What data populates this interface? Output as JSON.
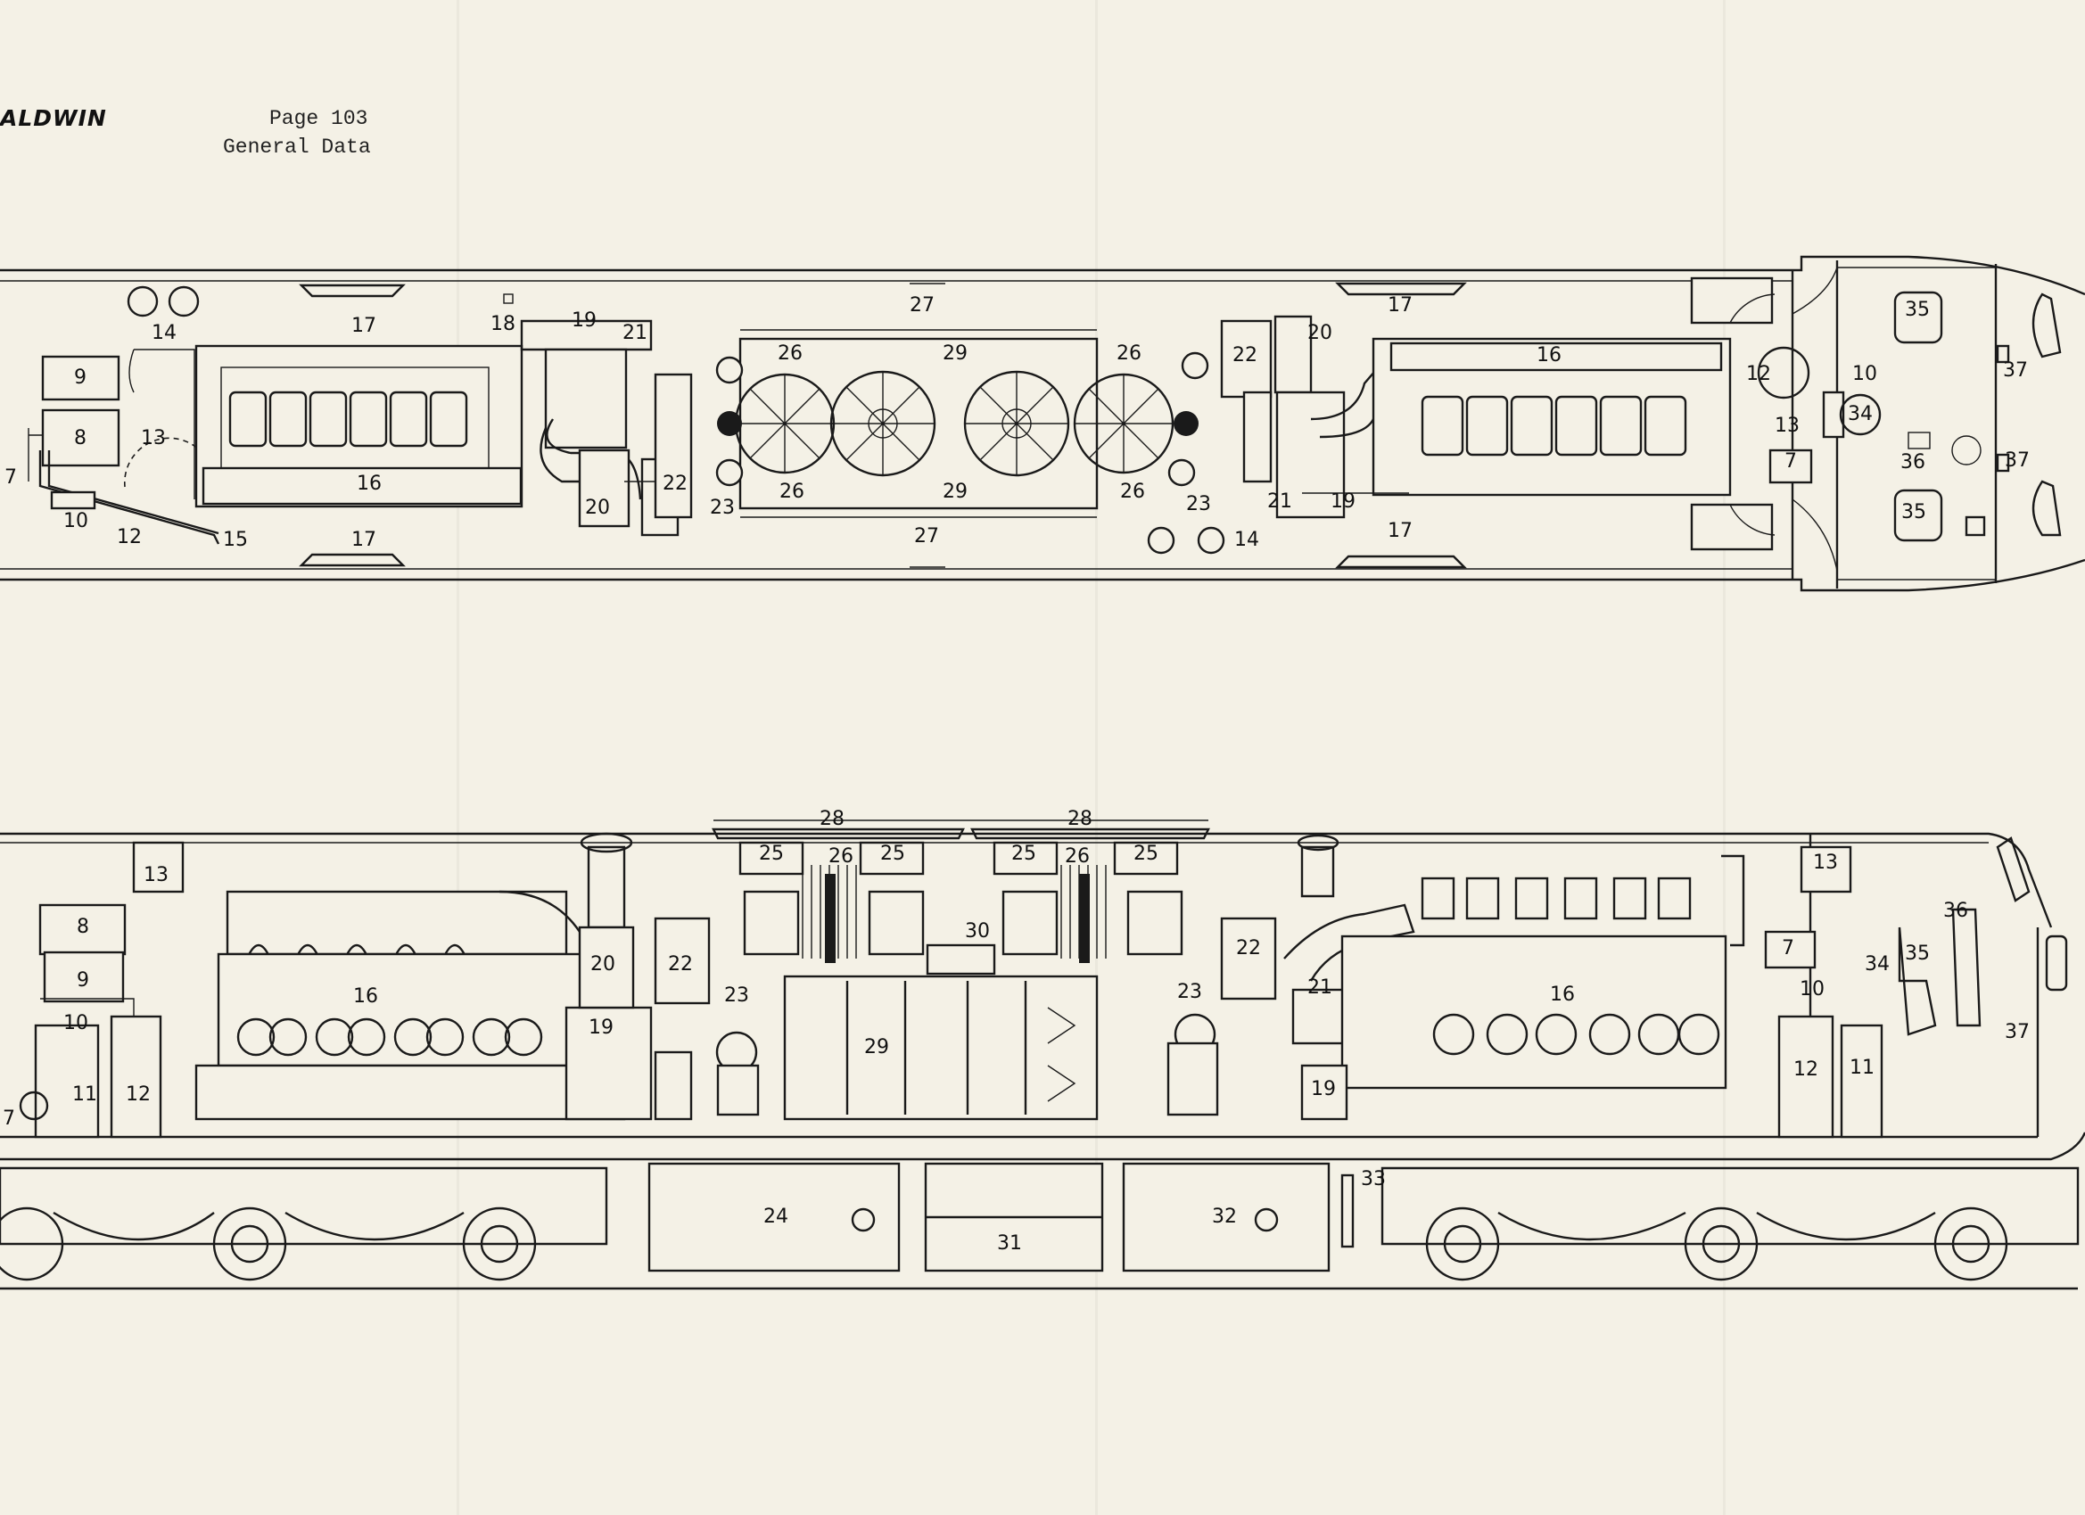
{
  "header": {
    "brand": "ALDWIN",
    "page": "Page 103",
    "section": "General Data"
  },
  "plan_labels": {
    "n9": "9",
    "n8": "8",
    "n7": "7",
    "n10": "10",
    "n12a": "12",
    "n13a": "13",
    "n14a": "14",
    "n15": "15",
    "n17a": "17",
    "n17b": "17",
    "n16a": "16",
    "n18": "18",
    "n19a": "19",
    "n21a": "21",
    "n20a": "20",
    "n22a": "22",
    "n23a": "23",
    "n26a": "26",
    "n26b": "26",
    "n29a": "29",
    "n29b": "29",
    "n26c": "26",
    "n26d": "26",
    "n27a": "27",
    "n27b": "27",
    "n22b": "22",
    "n20b": "20",
    "n23b": "23",
    "n21b": "21",
    "n19b": "19",
    "n17c": "17",
    "n17d": "17",
    "n16b": "16",
    "n14b": "14",
    "n12b": "12",
    "n10b": "10",
    "n13b": "13",
    "n7b": "7",
    "n34": "34",
    "n35a": "35",
    "n35b": "35",
    "n36": "36",
    "n37a": "37",
    "n37b": "37"
  },
  "elev_labels": {
    "e13a": "13",
    "e8": "8",
    "e9": "9",
    "e10": "10",
    "e11a": "11",
    "e12a": "12",
    "e7": "7",
    "e16a": "16",
    "e20": "20",
    "e22a": "22",
    "e19a": "19",
    "e23a": "23",
    "e28a": "28",
    "e28b": "28",
    "e25a": "25",
    "e26a": "26",
    "e25b": "25",
    "e25c": "25",
    "e26b": "26",
    "e25d": "25",
    "e30": "30",
    "e29": "29",
    "e23b": "23",
    "e22b": "22",
    "e21": "21",
    "e16b": "16",
    "e19b": "19",
    "e7b": "7",
    "e10b": "10",
    "e12b": "12",
    "e11b": "11",
    "e13b": "13",
    "e34": "34",
    "e35": "35",
    "e36": "36",
    "e37": "37",
    "e24": "24",
    "e31": "31",
    "e32": "32",
    "e33": "33"
  }
}
